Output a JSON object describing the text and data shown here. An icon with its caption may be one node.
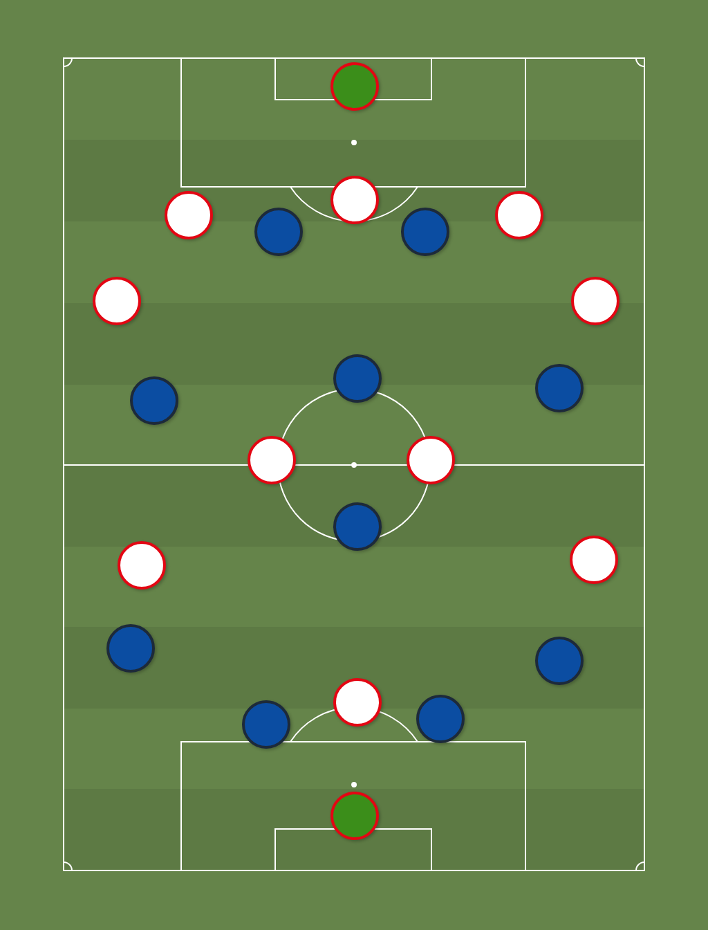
{
  "diagram": {
    "nodes": [
      {
        "text": [],
        "shape": "circle"
      },
      {
        "text": [],
        "shape": "circle"
      },
      {
        "text": [],
        "shape": "circle"
      },
      {
        "text": [],
        "shape": "circle"
      },
      {
        "text": [],
        "shape": "circle"
      },
      {
        "text": [],
        "shape": "circle"
      },
      {
        "text": [],
        "shape": "circle"
      },
      {
        "text": [],
        "shape": "circle"
      },
      {
        "text": [],
        "shape": "circle"
      },
      {
        "text": [],
        "shape": "circle"
      },
      {
        "text": [],
        "shape": "circle"
      },
      {
        "text": [],
        "shape": "circle"
      },
      {
        "text": [],
        "shape": "circle"
      },
      {
        "text": [],
        "shape": "circle"
      },
      {
        "text": [],
        "shape": "circle"
      },
      {
        "text": [],
        "shape": "circle"
      },
      {
        "text": [],
        "shape": "circle"
      },
      {
        "text": [],
        "shape": "circle"
      },
      {
        "text": [],
        "shape": "circle"
      },
      {
        "text": [],
        "shape": "circle"
      },
      {
        "text": [],
        "shape": "circle"
      },
      {
        "text": [],
        "shape": "circle"
      }
    ]
  }
}
